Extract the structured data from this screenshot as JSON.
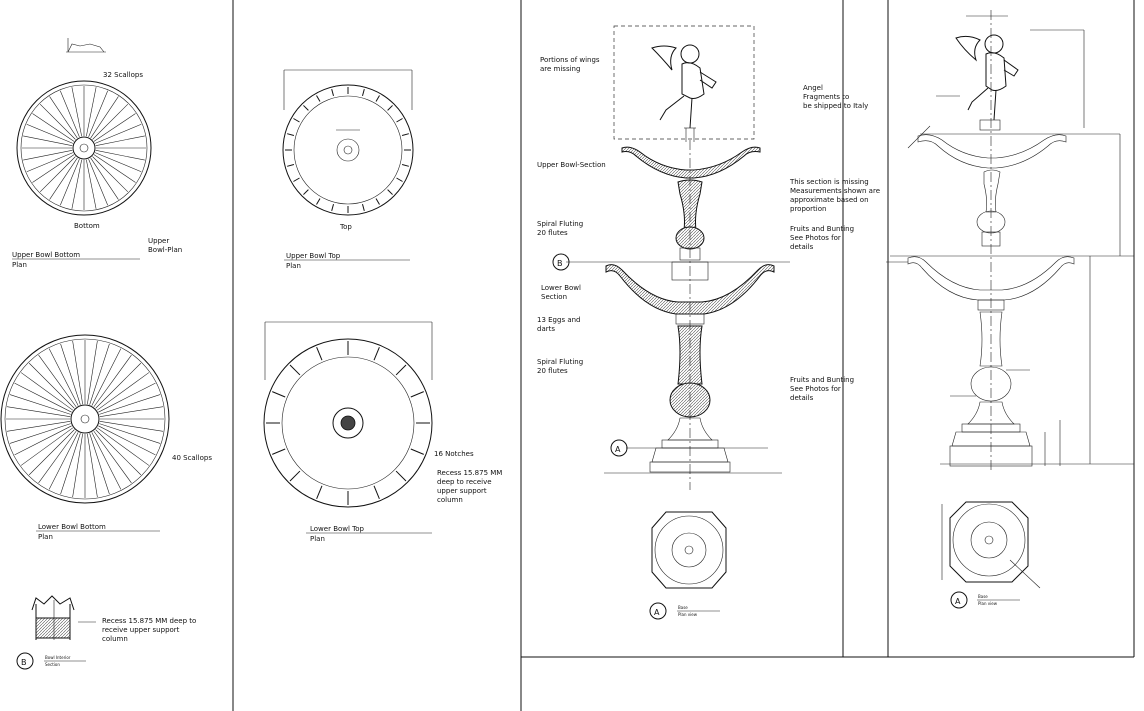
{
  "plans": {
    "upper_bowl_bottom": {
      "scallops": "32 Scallops",
      "center_label": "Bottom",
      "title": "Upper Bowl Bottom",
      "subtitle": "Plan",
      "side_label_1": "Upper",
      "side_label_2": "Bowl-Plan"
    },
    "upper_bowl_top": {
      "center_label": "Top",
      "title": "Upper Bowl Top",
      "subtitle": "Plan"
    },
    "lower_bowl_bottom": {
      "scallops": "40 Scallops",
      "title": "Lower Bowl Bottom",
      "subtitle": "Plan"
    },
    "lower_bowl_top": {
      "notches": "16 Notches",
      "recess_1": "Recess 15.875 MM",
      "recess_2": "deep to receive",
      "recess_3": "upper support",
      "recess_4": "column",
      "title": "Lower Bowl Top",
      "subtitle": "Plan"
    },
    "section_b": {
      "note_1": "Recess 15.875 MM deep to",
      "note_2": "receive upper support",
      "note_3": "column",
      "marker": "B",
      "title": "Bowl Interior",
      "subtitle": "Section"
    }
  },
  "elevation": {
    "notes": {
      "wings_1": "Portions of wings",
      "wings_2": "are missing",
      "upper_bowl_section": "Upper Bowl-Section",
      "spiral_upper_1": "Spiral Fluting",
      "spiral_upper_2": "20 flutes",
      "lower_bowl_1": "Lower Bowl",
      "lower_bowl_2": "Section",
      "eggs_1": "13 Eggs and",
      "eggs_2": "darts",
      "spiral_lower_1": "Spiral Fluting",
      "spiral_lower_2": "20 flutes",
      "angel_1": "Angel",
      "angel_2": "Fragments to",
      "angel_3": "be shipped to Italy",
      "missing_1": "This section is missing",
      "missing_2": "Measurements shown are",
      "missing_3": "approximate based on",
      "missing_4": "proportion",
      "fruits_upper_1": "Fruits and Bunting",
      "fruits_upper_2": "See Photos for",
      "fruits_upper_3": "details",
      "fruits_lower_1": "Fruits and Bunting",
      "fruits_lower_2": "See Photos for",
      "fruits_lower_3": "details"
    },
    "markers": {
      "b": "B",
      "a": "A"
    },
    "base_plan": {
      "marker": "A",
      "title": "Base",
      "subtitle": "Plan view"
    },
    "base_plan_dim": {
      "marker": "A",
      "title": "Base",
      "subtitle": "Plan view"
    }
  }
}
